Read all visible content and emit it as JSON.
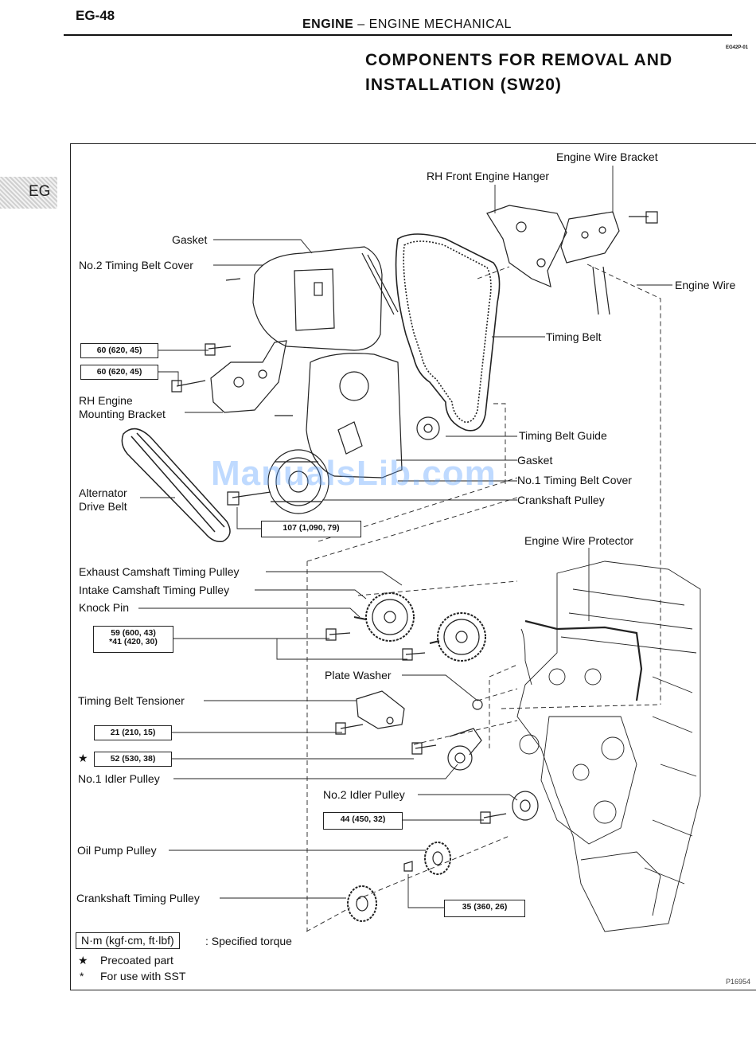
{
  "header": {
    "page_number": "EG-48",
    "section_bold": "ENGINE",
    "section_rest": "– ENGINE MECHANICAL",
    "doc_code": "EG42P-01",
    "title": "COMPONENTS FOR REMOVAL AND INSTALLATION (SW20)"
  },
  "side_tab": "EG",
  "labels": {
    "engine_wire_bracket": "Engine Wire Bracket",
    "rh_front_engine_hanger": "RH Front Engine Hanger",
    "gasket_top": "Gasket",
    "no2_timing_belt_cover": "No.2 Timing Belt Cover",
    "engine_wire": "Engine Wire",
    "timing_belt": "Timing Belt",
    "rh_engine_mounting_bracket_1": "RH Engine",
    "rh_engine_mounting_bracket_2": "Mounting Bracket",
    "timing_belt_guide": "Timing Belt Guide",
    "gasket_mid": "Gasket",
    "no1_timing_belt_cover": "No.1 Timing Belt Cover",
    "alternator_drive_belt_1": "Alternator",
    "alternator_drive_belt_2": "Drive Belt",
    "crankshaft_pulley": "Crankshaft Pulley",
    "engine_wire_protector": "Engine Wire Protector",
    "exhaust_camshaft_timing_pulley": "Exhaust Camshaft Timing Pulley",
    "intake_camshaft_timing_pulley": "Intake Camshaft Timing Pulley",
    "knock_pin": "Knock Pin",
    "plate_washer": "Plate Washer",
    "timing_belt_tensioner": "Timing Belt Tensioner",
    "no1_idler_pulley": "No.1 Idler Pulley",
    "no2_idler_pulley": "No.2 Idler Pulley",
    "oil_pump_pulley": "Oil Pump Pulley",
    "crankshaft_timing_pulley": "Crankshaft Timing Pulley"
  },
  "torques": {
    "t1": "60 (620, 45)",
    "t2": "60 (620, 45)",
    "t3": "107 (1,090, 79)",
    "t4a": "59 (600, 43)",
    "t4b": "*41 (420, 30)",
    "t5": "21 (210, 15)",
    "t6": "52 (530, 38)",
    "t7": "44 (450, 32)",
    "t8": "35 (360, 26)"
  },
  "precoat_mark": "★",
  "legend": {
    "unit_box": "N·m (kgf·cm, ft·lbf)",
    "unit_desc": ": Specified torque",
    "star_symbol": "★",
    "star_desc": "Precoated part",
    "asterisk_symbol": "*",
    "asterisk_desc": "For use with SST"
  },
  "watermark": "ManualsLib.com",
  "picture_code": "P16954"
}
